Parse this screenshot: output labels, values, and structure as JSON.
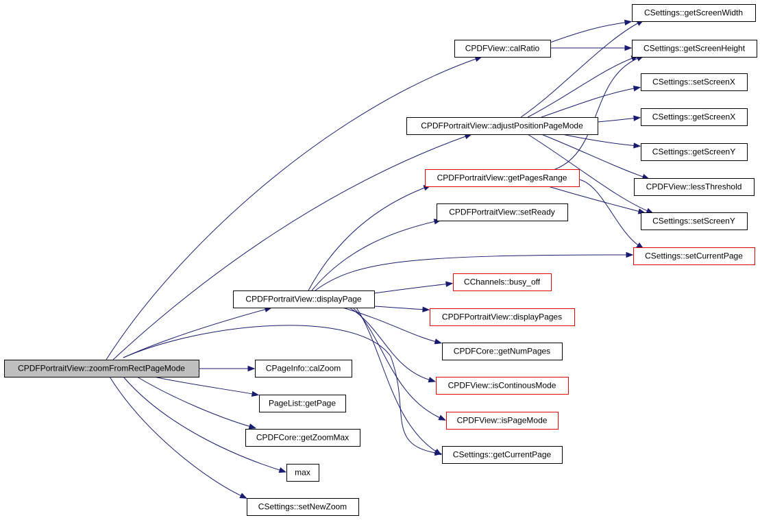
{
  "diagram": {
    "nodes": [
      {
        "id": "zoomFromRect",
        "label": "CPDFPortraitView::zoomFromRectPageMode",
        "style": "root"
      },
      {
        "id": "calZoom",
        "label": "CPageInfo::calZoom",
        "style": "normal"
      },
      {
        "id": "getPage",
        "label": "PageList::getPage",
        "style": "normal"
      },
      {
        "id": "getZoomMax",
        "label": "CPDFCore::getZoomMax",
        "style": "normal"
      },
      {
        "id": "max",
        "label": "max",
        "style": "normal"
      },
      {
        "id": "setNewZoom",
        "label": "CSettings::setNewZoom",
        "style": "normal"
      },
      {
        "id": "displayPage",
        "label": "CPDFPortraitView::displayPage",
        "style": "normal"
      },
      {
        "id": "calRatio",
        "label": "CPDFView::calRatio",
        "style": "normal"
      },
      {
        "id": "adjustPos",
        "label": "CPDFPortraitView::adjustPositionPageMode",
        "style": "normal"
      },
      {
        "id": "getPagesRange",
        "label": "CPDFPortraitView::getPagesRange",
        "style": "red"
      },
      {
        "id": "setReady",
        "label": "CPDFPortraitView::setReady",
        "style": "normal"
      },
      {
        "id": "busyOff",
        "label": "CChannels::busy_off",
        "style": "red"
      },
      {
        "id": "displayPages",
        "label": "CPDFPortraitView::displayPages",
        "style": "red"
      },
      {
        "id": "getNumPages",
        "label": "CPDFCore::getNumPages",
        "style": "normal"
      },
      {
        "id": "isContinous",
        "label": "CPDFView::isContinousMode",
        "style": "red"
      },
      {
        "id": "isPageMode",
        "label": "CPDFView::isPageMode",
        "style": "red"
      },
      {
        "id": "getCurrentPage",
        "label": "CSettings::getCurrentPage",
        "style": "normal"
      },
      {
        "id": "getScreenWidth",
        "label": "CSettings::getScreenWidth",
        "style": "normal"
      },
      {
        "id": "getScreenHeight",
        "label": "CSettings::getScreenHeight",
        "style": "normal"
      },
      {
        "id": "setScreenX",
        "label": "CSettings::setScreenX",
        "style": "normal"
      },
      {
        "id": "getScreenX",
        "label": "CSettings::getScreenX",
        "style": "normal"
      },
      {
        "id": "getScreenY",
        "label": "CSettings::getScreenY",
        "style": "normal"
      },
      {
        "id": "lessThreshold",
        "label": "CPDFView::lessThreshold",
        "style": "normal"
      },
      {
        "id": "setScreenY",
        "label": "CSettings::setScreenY",
        "style": "normal"
      },
      {
        "id": "setCurrentPage",
        "label": "CSettings::setCurrentPage",
        "style": "red"
      }
    ],
    "edges": [
      {
        "from": "zoomFromRect",
        "to": "calRatio"
      },
      {
        "from": "zoomFromRect",
        "to": "adjustPos"
      },
      {
        "from": "zoomFromRect",
        "to": "displayPage"
      },
      {
        "from": "zoomFromRect",
        "to": "calZoom"
      },
      {
        "from": "zoomFromRect",
        "to": "getPage"
      },
      {
        "from": "zoomFromRect",
        "to": "getZoomMax"
      },
      {
        "from": "zoomFromRect",
        "to": "max"
      },
      {
        "from": "zoomFromRect",
        "to": "setNewZoom"
      },
      {
        "from": "zoomFromRect",
        "to": "getCurrentPage"
      },
      {
        "from": "displayPage",
        "to": "getPagesRange"
      },
      {
        "from": "displayPage",
        "to": "setReady"
      },
      {
        "from": "displayPage",
        "to": "setCurrentPage"
      },
      {
        "from": "displayPage",
        "to": "busyOff"
      },
      {
        "from": "displayPage",
        "to": "displayPages"
      },
      {
        "from": "displayPage",
        "to": "getNumPages"
      },
      {
        "from": "displayPage",
        "to": "isContinous"
      },
      {
        "from": "displayPage",
        "to": "isPageMode"
      },
      {
        "from": "displayPage",
        "to": "getCurrentPage"
      },
      {
        "from": "calRatio",
        "to": "getScreenWidth"
      },
      {
        "from": "calRatio",
        "to": "getScreenHeight"
      },
      {
        "from": "adjustPos",
        "to": "getScreenWidth"
      },
      {
        "from": "adjustPos",
        "to": "getScreenHeight"
      },
      {
        "from": "adjustPos",
        "to": "setScreenX"
      },
      {
        "from": "adjustPos",
        "to": "getScreenX"
      },
      {
        "from": "adjustPos",
        "to": "getScreenY"
      },
      {
        "from": "adjustPos",
        "to": "lessThreshold"
      },
      {
        "from": "adjustPos",
        "to": "setScreenY"
      },
      {
        "from": "getPagesRange",
        "to": "getScreenHeight"
      },
      {
        "from": "getPagesRange",
        "to": "setScreenY"
      },
      {
        "from": "getPagesRange",
        "to": "setCurrentPage"
      }
    ]
  }
}
